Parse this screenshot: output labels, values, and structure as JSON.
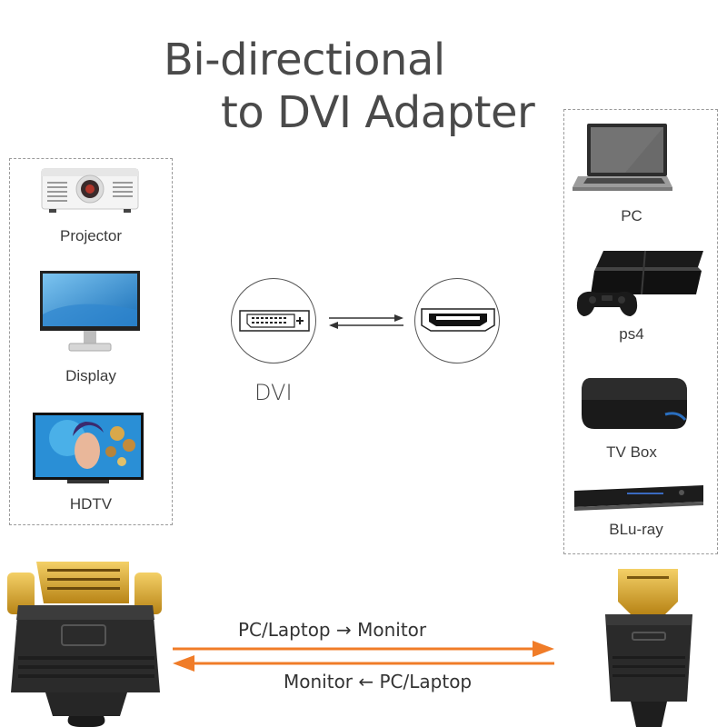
{
  "title": {
    "line1": "Bi-directional",
    "line2": "to DVI Adapter"
  },
  "left_devices": [
    {
      "label": "Projector",
      "icon": "projector-icon"
    },
    {
      "label": "Display",
      "icon": "monitor-icon"
    },
    {
      "label": "HDTV",
      "icon": "tv-icon"
    }
  ],
  "right_devices": [
    {
      "label": "PC",
      "icon": "laptop-icon"
    },
    {
      "label": "ps4",
      "icon": "game-console-icon"
    },
    {
      "label": "TV Box",
      "icon": "tv-box-icon"
    },
    {
      "label": "BLu-ray",
      "icon": "bluray-player-icon"
    }
  ],
  "connector": {
    "left_label": "DVI",
    "left_icon": "dvi-port-icon",
    "right_icon": "hdmi-port-icon",
    "arrows_icon": "bidirectional-arrows-icon"
  },
  "flow": {
    "forward": "PC/Laptop → Monitor",
    "reverse": "Monitor ← PC/Laptop",
    "arrow_color": "#f07c28"
  },
  "colors": {
    "gold": "#d9a520",
    "plug_body": "#2b2b2b",
    "arrow": "#f07c28"
  }
}
